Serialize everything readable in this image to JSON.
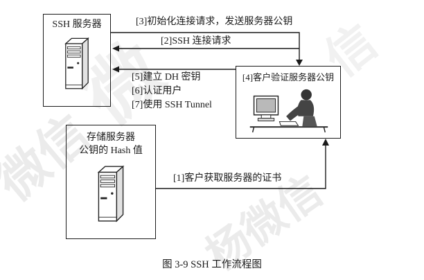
{
  "figure": {
    "caption": "图 3-9  SSH 工作流程图"
  },
  "nodes": {
    "ssh_server": {
      "label": "SSH 服务器",
      "icon": "server-tower-icon"
    },
    "hash_store": {
      "label_line1": "存储服务器",
      "label_line2": "公钥的 Hash 值",
      "icon": "server-tower-icon"
    },
    "client": {
      "label": "[4]客户验证服务器公钥",
      "icon": "person-at-computer-icon"
    }
  },
  "arrows": {
    "step1": {
      "label": "[1]客户获取服务器的证书",
      "from": "hash_store",
      "to": "client"
    },
    "step2": {
      "label": "[2]SSH 连接请求",
      "from": "client",
      "to": "ssh_server"
    },
    "step3": {
      "label": "[3]初始化连接请求，发送服务器公钥",
      "from": "ssh_server",
      "to": "client"
    },
    "step5": {
      "label": "[5]建立 DH 密钥"
    },
    "step6": {
      "label": "[6]认证用户"
    },
    "step7": {
      "label": "[7]使用 SSH Tunnel"
    }
  },
  "watermarks": {
    "wm1": "微信",
    "wm2": "杨微信",
    "wm3": "微",
    "wm4": "信"
  },
  "colors": {
    "line": "#1a1a1a",
    "text": "#1a1a1a",
    "watermark": "#bcbcbc",
    "background": "#ffffff"
  }
}
